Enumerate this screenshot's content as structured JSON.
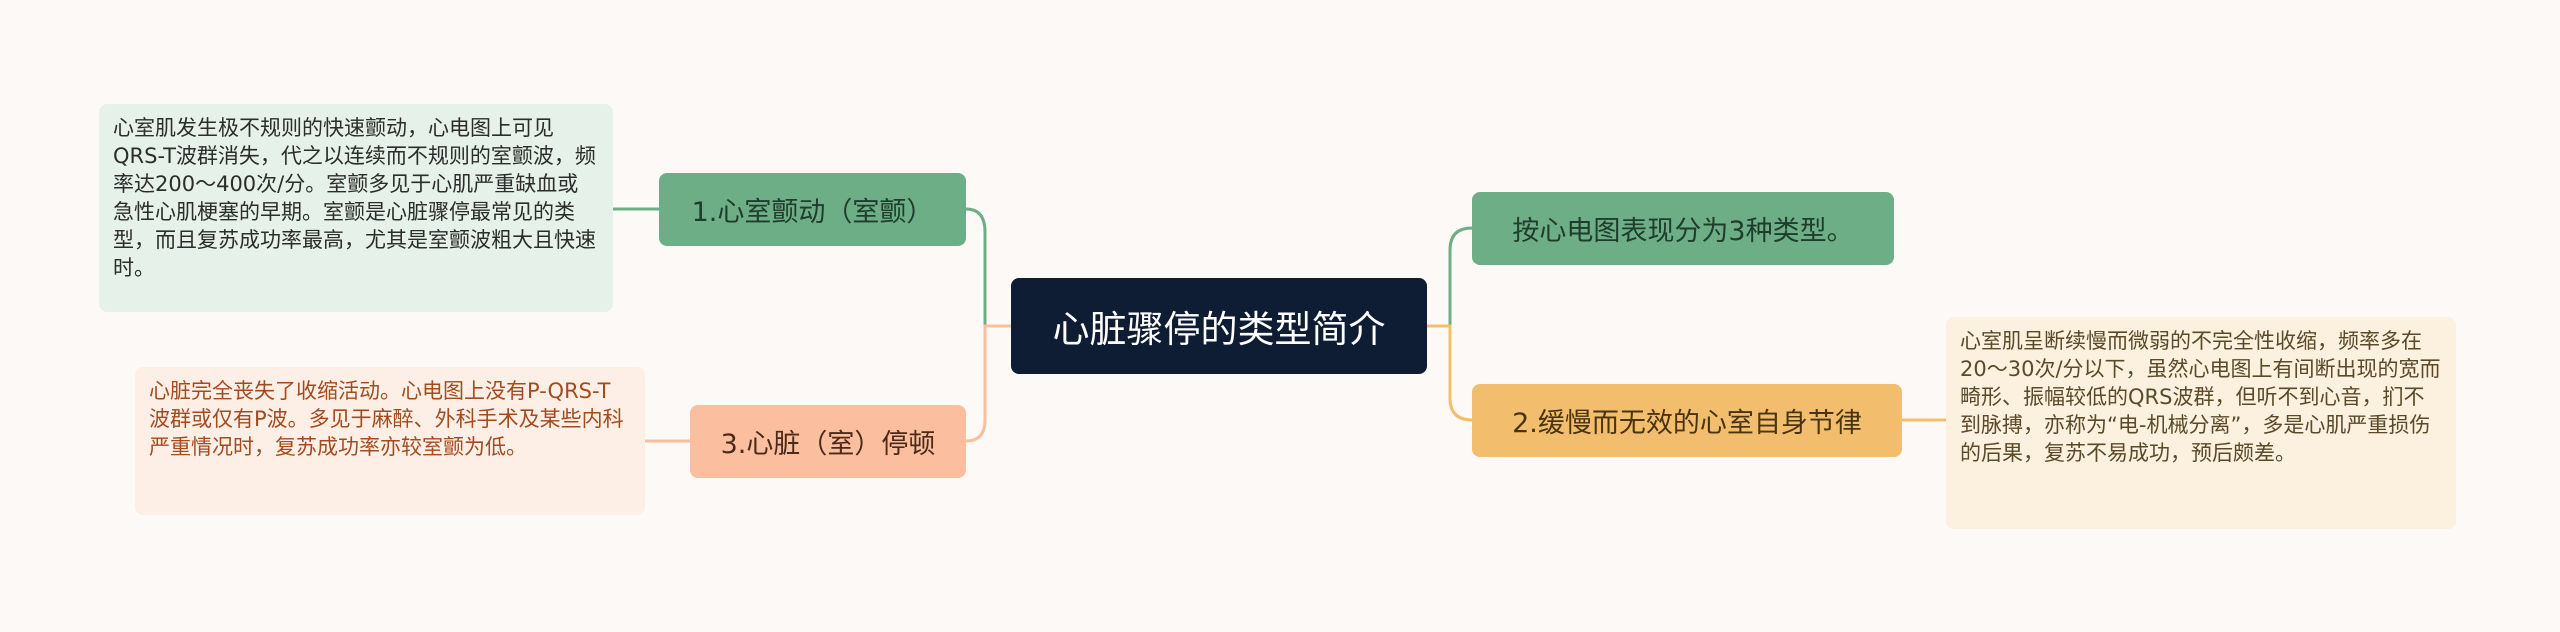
{
  "root": {
    "title": "心脏骤停的类型简介"
  },
  "branches": {
    "vf": {
      "label": "1.心室颤动（室颤）",
      "detail": "心室肌发生极不规则的快速颤动，心电图上可见QRS-T波群消失，代之以连续而不规则的室颤波，频率达200～400次/分。室颤多见于心肌严重缺血或急性心肌梗塞的早期。室颤是心脏骤停最常见的类型，而且复苏成功率最高，尤其是室颤波粗大且快速时。"
    },
    "asystole": {
      "label": "3.心脏（室）停顿",
      "detail": "心脏完全丧失了收缩活动。心电图上没有P-QRS-T波群或仅有P波。多见于麻醉、外科手术及某些内科严重情况时，复苏成功率亦较室颤为低。"
    },
    "overview": {
      "label": "按心电图表现分为3种类型。"
    },
    "idioventricular": {
      "label": "2.缓慢而无效的心室自身节律",
      "detail": "心室肌呈断续慢而微弱的不完全性收缩，频率多在20～30次/分以下，虽然心电图上有间断出现的宽而畸形、振幅较低的QRS波群，但听不到心音，扪不到脉搏，亦称为“电-机械分离”，多是心肌严重损伤的后果，复苏不易成功，预后颇差。"
    }
  },
  "colors": {
    "root": "#0f1d34",
    "green": "#6eae86",
    "salmon": "#fbbf9f",
    "amber": "#f2be6d"
  }
}
